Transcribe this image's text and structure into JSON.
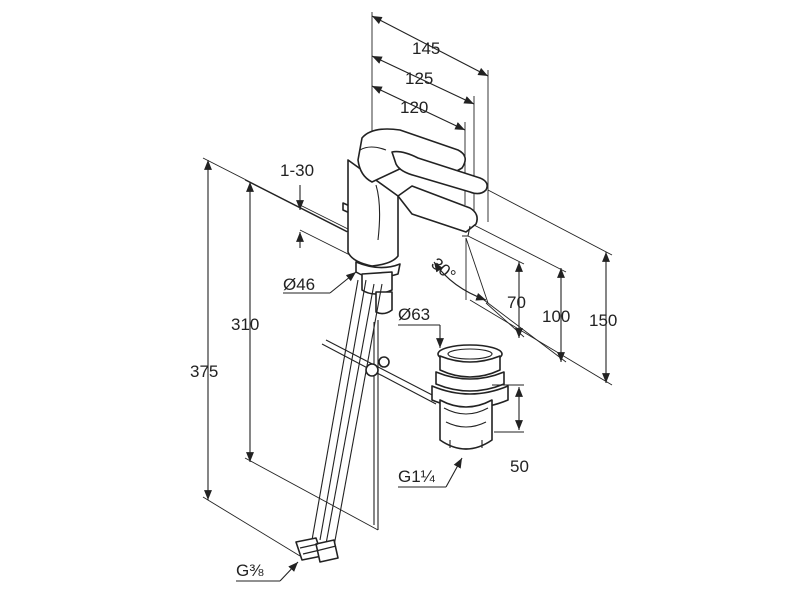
{
  "dimensions": {
    "d145": "145",
    "d125": "125",
    "d120": "120",
    "d1_30": "1-30",
    "d46": "Ø46",
    "d30deg": "30°",
    "d70": "70",
    "d100": "100",
    "d150": "150",
    "d310": "310",
    "d375": "375",
    "d63": "Ø63",
    "d50": "50",
    "g114": "G1¼",
    "g38": "G⅜"
  }
}
